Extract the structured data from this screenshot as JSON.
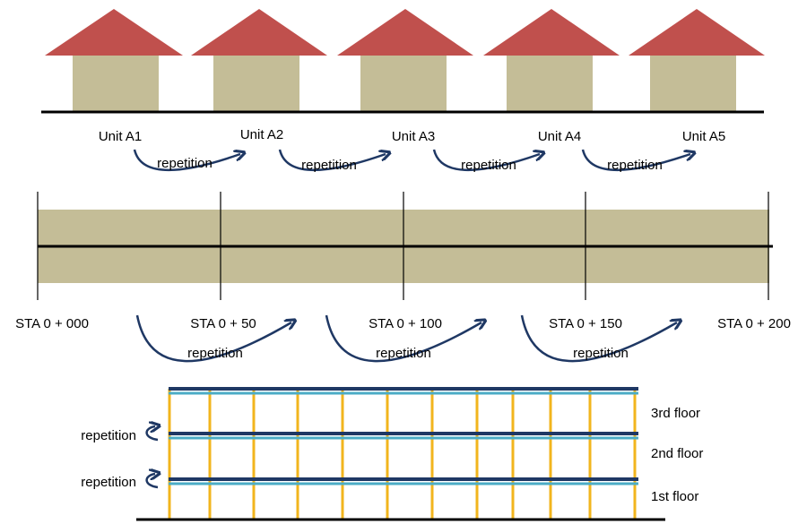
{
  "colors": {
    "roof": "#c0504d",
    "wall": "#c4bd97",
    "arrow": "#1f3864",
    "beam_dark": "#1f3864",
    "beam_light": "#4bacc6",
    "column": "#f2b51d",
    "line": "#000000"
  },
  "houses": {
    "units": [
      "Unit A1",
      "Unit A2",
      "Unit A3",
      "Unit A4",
      "Unit A5"
    ],
    "arrow_label": "repetition"
  },
  "road": {
    "stations": [
      "STA 0 + 000",
      "STA 0 + 50",
      "STA 0 + 100",
      "STA 0 + 150",
      "STA 0 + 200"
    ],
    "arrow_label": "repetition"
  },
  "building": {
    "floors": [
      "3rd floor",
      "2nd floor",
      "1st floor"
    ],
    "arrow_label": "repetition",
    "arrow_icon": "curved-arrow-up-icon"
  }
}
